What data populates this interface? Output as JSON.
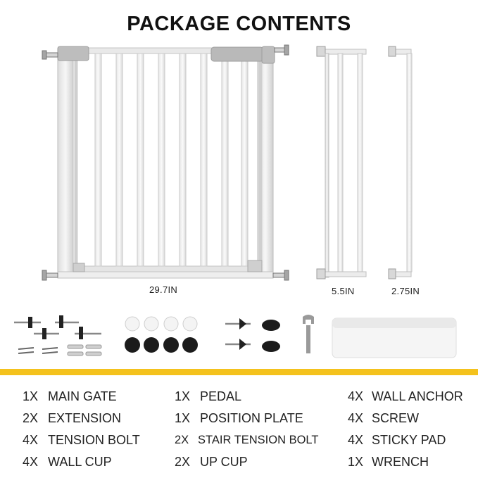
{
  "title": "PACKAGE CONTENTS",
  "dimensions": {
    "main_gate": "29.7IN",
    "extension_large": "5.5IN",
    "extension_small": "2.75IN"
  },
  "colors": {
    "accent_bar": "#f4c21d",
    "gate_white": "#f2f2f2",
    "gate_gray": "#c9c9c9",
    "text": "#1c1c1c"
  },
  "contents": {
    "col1": [
      {
        "qty": "1X",
        "name": "MAIN GATE"
      },
      {
        "qty": "2X",
        "name": "EXTENSION"
      },
      {
        "qty": "4X",
        "name": "TENSION BOLT"
      },
      {
        "qty": "4X",
        "name": "WALL CUP"
      }
    ],
    "col2": [
      {
        "qty": "1X",
        "name": "PEDAL"
      },
      {
        "qty": "1X",
        "name": "POSITION PLATE"
      },
      {
        "qty": "2X",
        "name": "STAIR TENSION BOLT"
      },
      {
        "qty": "2X",
        "name": "UP CUP"
      }
    ],
    "col3": [
      {
        "qty": "4X",
        "name": "WALL ANCHOR"
      },
      {
        "qty": "4X",
        "name": "SCREW"
      },
      {
        "qty": "4X",
        "name": "STICKY PAD"
      },
      {
        "qty": "1X",
        "name": "WRENCH"
      }
    ]
  },
  "icons": {
    "tension_bolts": "tension-bolt-icon",
    "sticky_pads": "sticky-pad-icon",
    "wall_cups": "wall-cup-icon",
    "stair_bolts": "stair-tension-bolt-icon",
    "up_cups": "up-cup-icon",
    "wrench": "wrench-icon",
    "position_plate": "position-plate-icon"
  }
}
